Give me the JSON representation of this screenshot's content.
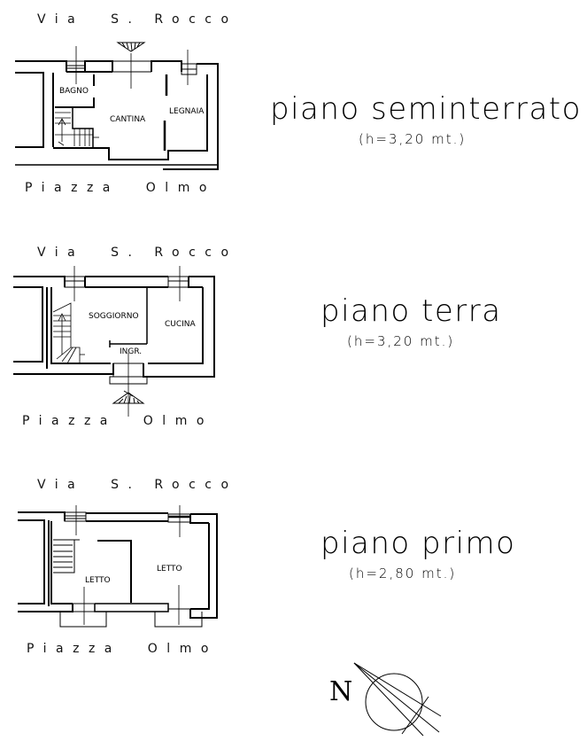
{
  "floors": [
    {
      "id": "seminterrato",
      "name": "piano seminterrato",
      "height_note": "(h=3,20 mt.)",
      "street_top": "Via  S. Rocco",
      "street_bottom": "Piazza  Olmo",
      "rooms": [
        "BAGNO",
        "CANTINA",
        "LEGNAIA"
      ]
    },
    {
      "id": "terra",
      "name": "piano terra",
      "height_note": "(h=3,20 mt.)",
      "street_top": "Via  S. Rocco",
      "street_bottom": "Piazza  Olmo",
      "rooms": [
        "SOGGIORNO",
        "CUCINA",
        "INGR."
      ]
    },
    {
      "id": "primo",
      "name": "piano primo",
      "height_note": "(h=2,80 mt.)",
      "street_top": "Via  S. Rocco",
      "street_bottom": "Piazza  Olmo",
      "rooms": [
        "LETTO",
        "LETTO"
      ]
    }
  ],
  "compass": {
    "label": "N"
  },
  "colors": {
    "ink": "#000000",
    "background": "#ffffff"
  }
}
